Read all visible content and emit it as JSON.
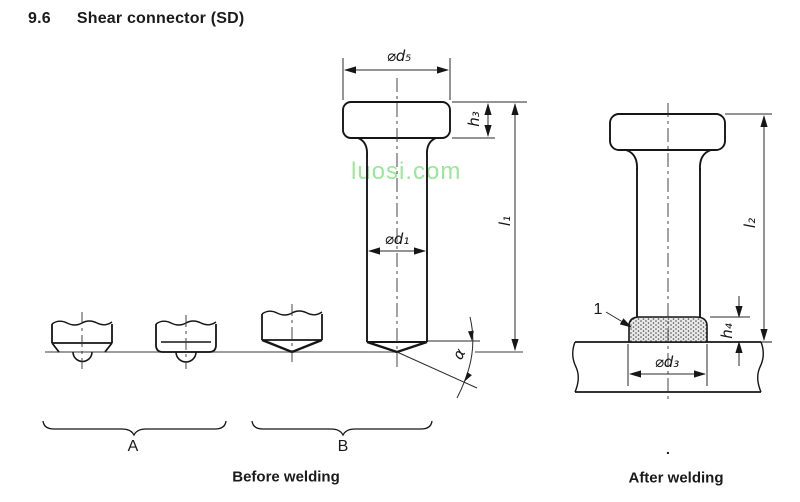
{
  "page": {
    "title_number": "9.6",
    "title_text": "Shear connector (SD)",
    "watermark": "luosi.com"
  },
  "figure": {
    "labels": {
      "d5": "⌀d₅",
      "h3": "h₃",
      "d1": "⌀d₁",
      "l1": "l₁",
      "alpha": "α",
      "l2": "l₂",
      "h4": "h₄",
      "d3": "⌀d₃",
      "weld_callout": "1"
    },
    "groups": {
      "a": "A",
      "b": "B"
    },
    "captions": {
      "before": "Before welding",
      "after": "After welding"
    },
    "stray_mark": "."
  },
  "colors": {
    "object_line": "#161616",
    "thin_line": "#2a2a2a",
    "baseline": "#7d7d7d",
    "watermark_green": "#8ee58e"
  }
}
